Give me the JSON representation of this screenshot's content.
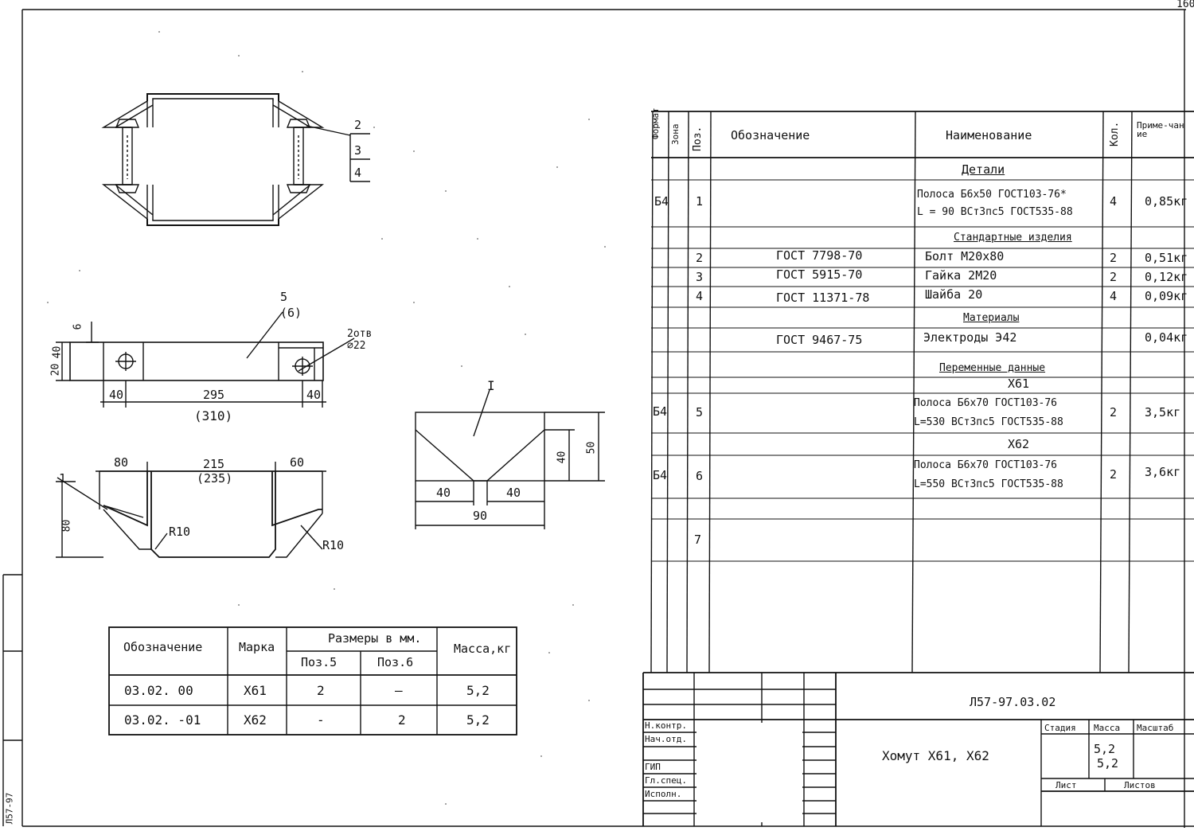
{
  "sheet_number": "160",
  "drawing": {
    "top_view_callouts": [
      "2",
      "3",
      "4"
    ],
    "side_view": {
      "position_label": "5",
      "position_label_alt": "(6)",
      "hole_note_line1": "2отв",
      "hole_note_line2": "⌀22",
      "dims": {
        "d6": "6",
        "d20": "20",
        "d40": "40",
        "d40l": "40",
        "d295": "295",
        "d40r": "40",
        "d310": "(310)"
      }
    },
    "front_view": {
      "d80l": "80",
      "d215": "215",
      "d235": "(235)",
      "d60": "60",
      "d80v": "80",
      "r10a": "R10",
      "r10b": "R10",
      "item1": "1"
    },
    "detail": {
      "label": "I",
      "d40a": "40",
      "d50": "50",
      "d40b": "40",
      "d40c": "40",
      "d90": "90"
    }
  },
  "marks_table": {
    "headers": {
      "designation": "Обозначение",
      "mark": "Марка",
      "sizes": "Размеры в мм.",
      "pos5": "Поз.5",
      "pos6": "Поз.6",
      "mass": "Масса,кг"
    },
    "rows": [
      {
        "designation": "03.02. 00",
        "mark": "Х61",
        "pos5": "2",
        "pos6": "–",
        "mass": "5,2"
      },
      {
        "designation": "03.02. -01",
        "mark": "Х62",
        "pos5": "-",
        "pos6": "2",
        "mass": "5,2"
      }
    ]
  },
  "spec": {
    "headers": {
      "format": "Формат",
      "zone": "Зона",
      "pos": "Поз.",
      "designation": "Обозначение",
      "name": "Наименование",
      "qty": "Кол.",
      "note": "Приме-чание"
    },
    "section_details": "Детали",
    "item1": {
      "fmt": "Б4",
      "pos": "1",
      "name_l1": "Полоса Б6х50 ГОСТ103-76*",
      "name_l2": "L = 90 ВСт3пс5 ГОСТ535-88",
      "qty": "4",
      "note": "0,85кг"
    },
    "section_standard": "Стандартные изделия",
    "item2": {
      "pos": "2",
      "desig": "ГОСТ 7798-70",
      "name": "Болт М20х80",
      "qty": "2",
      "note": "0,51кг"
    },
    "item3": {
      "pos": "3",
      "desig": "ГОСТ 5915-70",
      "name": "Гайка 2М20",
      "qty": "2",
      "note": "0,12кг"
    },
    "item4": {
      "pos": "4",
      "desig": "ГОСТ 11371-78",
      "name": "Шайба 20",
      "qty": "4",
      "note": "0,09кг"
    },
    "section_materials": "Материалы",
    "material": {
      "desig": "ГОСТ 9467-75",
      "name": "Электроды Э42",
      "note": "0,04кг"
    },
    "section_variable": "Переменные данные",
    "sub_x61": "Х61",
    "item5": {
      "fmt": "Б4",
      "pos": "5",
      "name_l1": "Полоса Б6х70 ГОСТ103-76",
      "name_l2": "L=530 ВСт3пс5 ГОСТ535-88",
      "qty": "2",
      "note": "3,5кг"
    },
    "sub_x62": "Х62",
    "item6": {
      "fmt": "Б4",
      "pos": "6",
      "name_l1": "Полоса Б6х70 ГОСТ103-76",
      "name_l2": "L=550 ВСт3пс5 ГОСТ535-88",
      "qty": "2",
      "note": "3,6кг"
    },
    "item7": {
      "pos": "7"
    }
  },
  "title_block": {
    "code": "Л57-97.03.02",
    "title": "Хомут Х61,   Х62",
    "roles": [
      "Н.контр.",
      "Нач.отд.",
      "ГИП",
      "Гл.спец.",
      "Исполн."
    ],
    "stage_label": "Стадия",
    "mass_label": "Масса",
    "scale_label": "Масштаб",
    "mass1": "5,2",
    "mass2": "5,2",
    "sheet_label": "Лист",
    "sheets_label": "Листов"
  },
  "margin_code": "Л57-97"
}
